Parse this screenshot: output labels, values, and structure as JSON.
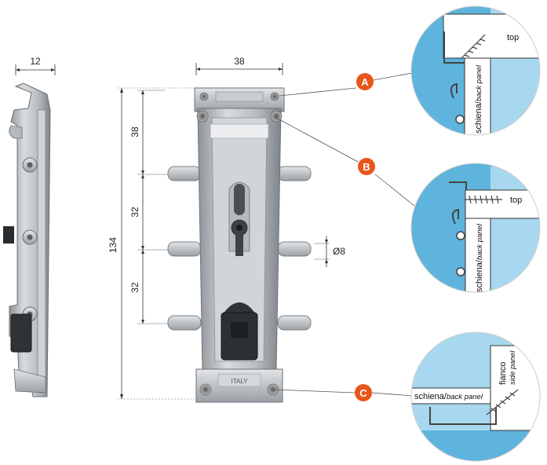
{
  "dimensions": {
    "side_width": "12",
    "front_width": "38",
    "total_height": "134",
    "spacing_top": "38",
    "spacing_middle": "32",
    "spacing_bottom": "32",
    "diameter": "Ø8"
  },
  "stamps": {
    "brand": "ITALY"
  },
  "callouts": [
    {
      "letter": "A"
    },
    {
      "letter": "B"
    },
    {
      "letter": "C"
    }
  ],
  "details": {
    "a": {
      "top_label": "top",
      "panel_label": "schiena/",
      "panel_label_en": "back panel"
    },
    "b": {
      "top_label": "top",
      "panel_label": "schiena/",
      "panel_label_en": "back panel"
    },
    "c": {
      "panel_label": "schiena/",
      "panel_label_en": "back panel",
      "side_label": "fianco",
      "side_label_en": "side panel"
    }
  },
  "colors": {
    "callout": "#e8561a",
    "wall_blue": "#5eb4dc",
    "light_blue": "#a8d8ef",
    "metal": "#c6c9cc"
  }
}
